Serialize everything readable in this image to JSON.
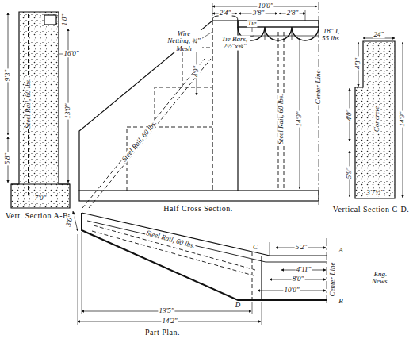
{
  "diagram": {
    "labels": [
      "Vert. Section A-B.",
      "1'0\"",
      "9'3\"",
      "16'0\"",
      "13'0\"",
      "5'8\"",
      "7'0\"",
      "Steel Rail, 60 lbs.",
      "10'0\"",
      "2'4\"",
      "3'8\"",
      "2'8\"",
      "Wire Netting, ¾\" Mesh",
      "Tie",
      "Tie Bars, 2½\"x⅝\"",
      "18\" I, 55 lbs.",
      "4'9\"",
      "14'9\"",
      "Steel Rail, 60 lbs.",
      "Steel Rail, 60 lbs.",
      "Center Line",
      "Half Cross Section.",
      "24\"",
      "4'3\"",
      "4'0\"",
      "5'9\"",
      "3'7½\"",
      "14'9\"",
      "Concrete",
      "Vertical Section C-D.",
      "3'0\"",
      "Steel Rail, 60 lbs.",
      "C",
      "D",
      "A",
      "B",
      "5'2\"",
      "4'11\"",
      "8'0\"",
      "10'0\"",
      "13'5\"",
      "14'2\"",
      "Center Line",
      "Part Plan.",
      "Eng. News."
    ]
  }
}
